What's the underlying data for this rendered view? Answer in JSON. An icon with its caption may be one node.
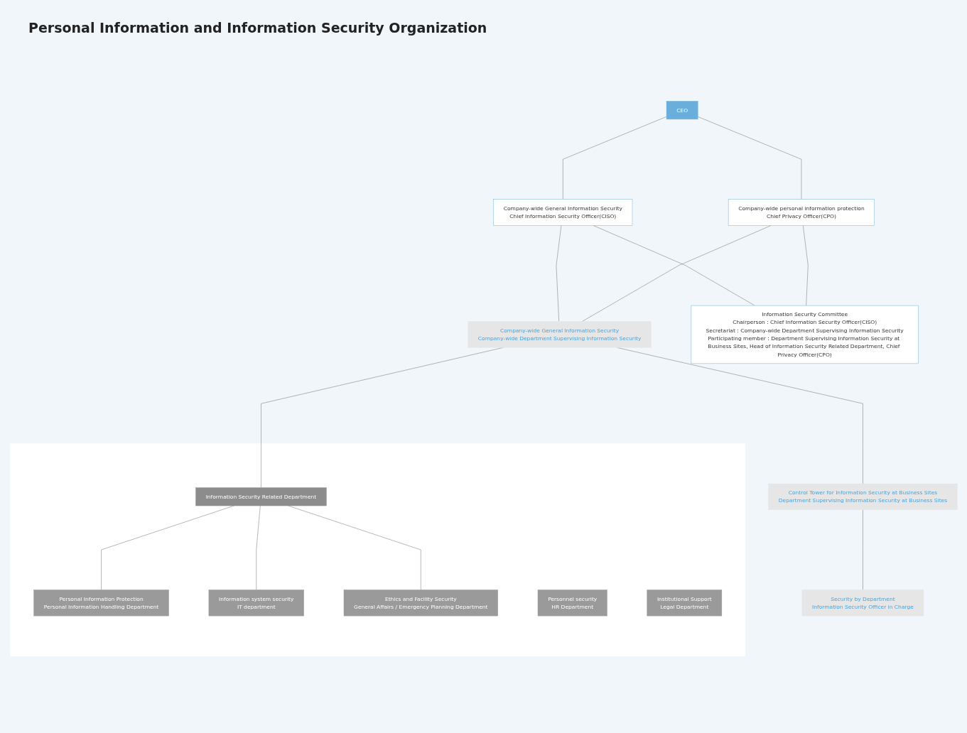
{
  "diagram": {
    "title": "Personal Information and Information Security Organization",
    "nodes": [
      {
        "text": [
          "CEO"
        ]
      },
      {
        "text": [
          "Company-wide General Information Security",
          "Chief Information Security Officer(CISO)"
        ]
      },
      {
        "text": [
          "Company-wide personal information protection",
          "Chief Privacy Officer(CPO)"
        ]
      },
      {
        "text": [
          "Information Security Committee",
          "Chairperson : Chief Information Security Officer(CISO)",
          "Secretariat : Company-wide Department Supervising Information Security",
          "Participating member : Department Supervising Information Security at Business Sites, Head of Information Security Related Department, Chief Privacy Officer(CPO)"
        ]
      },
      {
        "text": [
          "Company-wide General Information Security",
          "Company-wide Department Supervising Information Security"
        ]
      },
      {
        "text": [
          "Control Tower for Information Security at Business Sites",
          "Department Supervising Information Security at Business Sites"
        ]
      },
      {
        "text": [
          "Security by Department",
          "Information Security Officer in Charge"
        ]
      },
      {
        "text": [],
        "shape": "box"
      },
      {
        "text": [
          "Information Security Related Department"
        ],
        "in": 7
      },
      {
        "text": [
          "Personal Information Protection",
          "Personal Information Handling Department"
        ],
        "in": 7
      },
      {
        "text": [
          "Information system security",
          "IT department"
        ],
        "in": 7
      },
      {
        "text": [
          "Ethics and Facility Security",
          "General Affairs / Emergency Planning Department"
        ],
        "in": 7
      },
      {
        "text": [
          "Personnel security",
          "HR Department"
        ],
        "in": 7
      },
      {
        "text": [
          "Institutional Support",
          "Legal Department"
        ],
        "in": 7
      }
    ],
    "edges": [
      {
        "from": 0,
        "to": 1,
        "arrow": "none"
      },
      {
        "from": 0,
        "to": 2,
        "arrow": "none"
      },
      {
        "from": 1,
        "to": 4,
        "arrow": "none"
      },
      {
        "from": 2,
        "to": 4,
        "arrow": "none"
      },
      {
        "from": 1,
        "to": 3,
        "arrow": "none"
      },
      {
        "from": 2,
        "to": 3,
        "arrow": "none"
      },
      {
        "from": 4,
        "to": 5,
        "arrow": "none"
      },
      {
        "from": 4,
        "to": 8,
        "arrow": "none"
      },
      {
        "from": 5,
        "to": 6,
        "arrow": "none"
      },
      {
        "from": 8,
        "to": 9,
        "arrow": "none"
      },
      {
        "from": 8,
        "to": 10,
        "arrow": "none"
      },
      {
        "from": 8,
        "to": 11,
        "arrow": "none"
      }
    ]
  }
}
